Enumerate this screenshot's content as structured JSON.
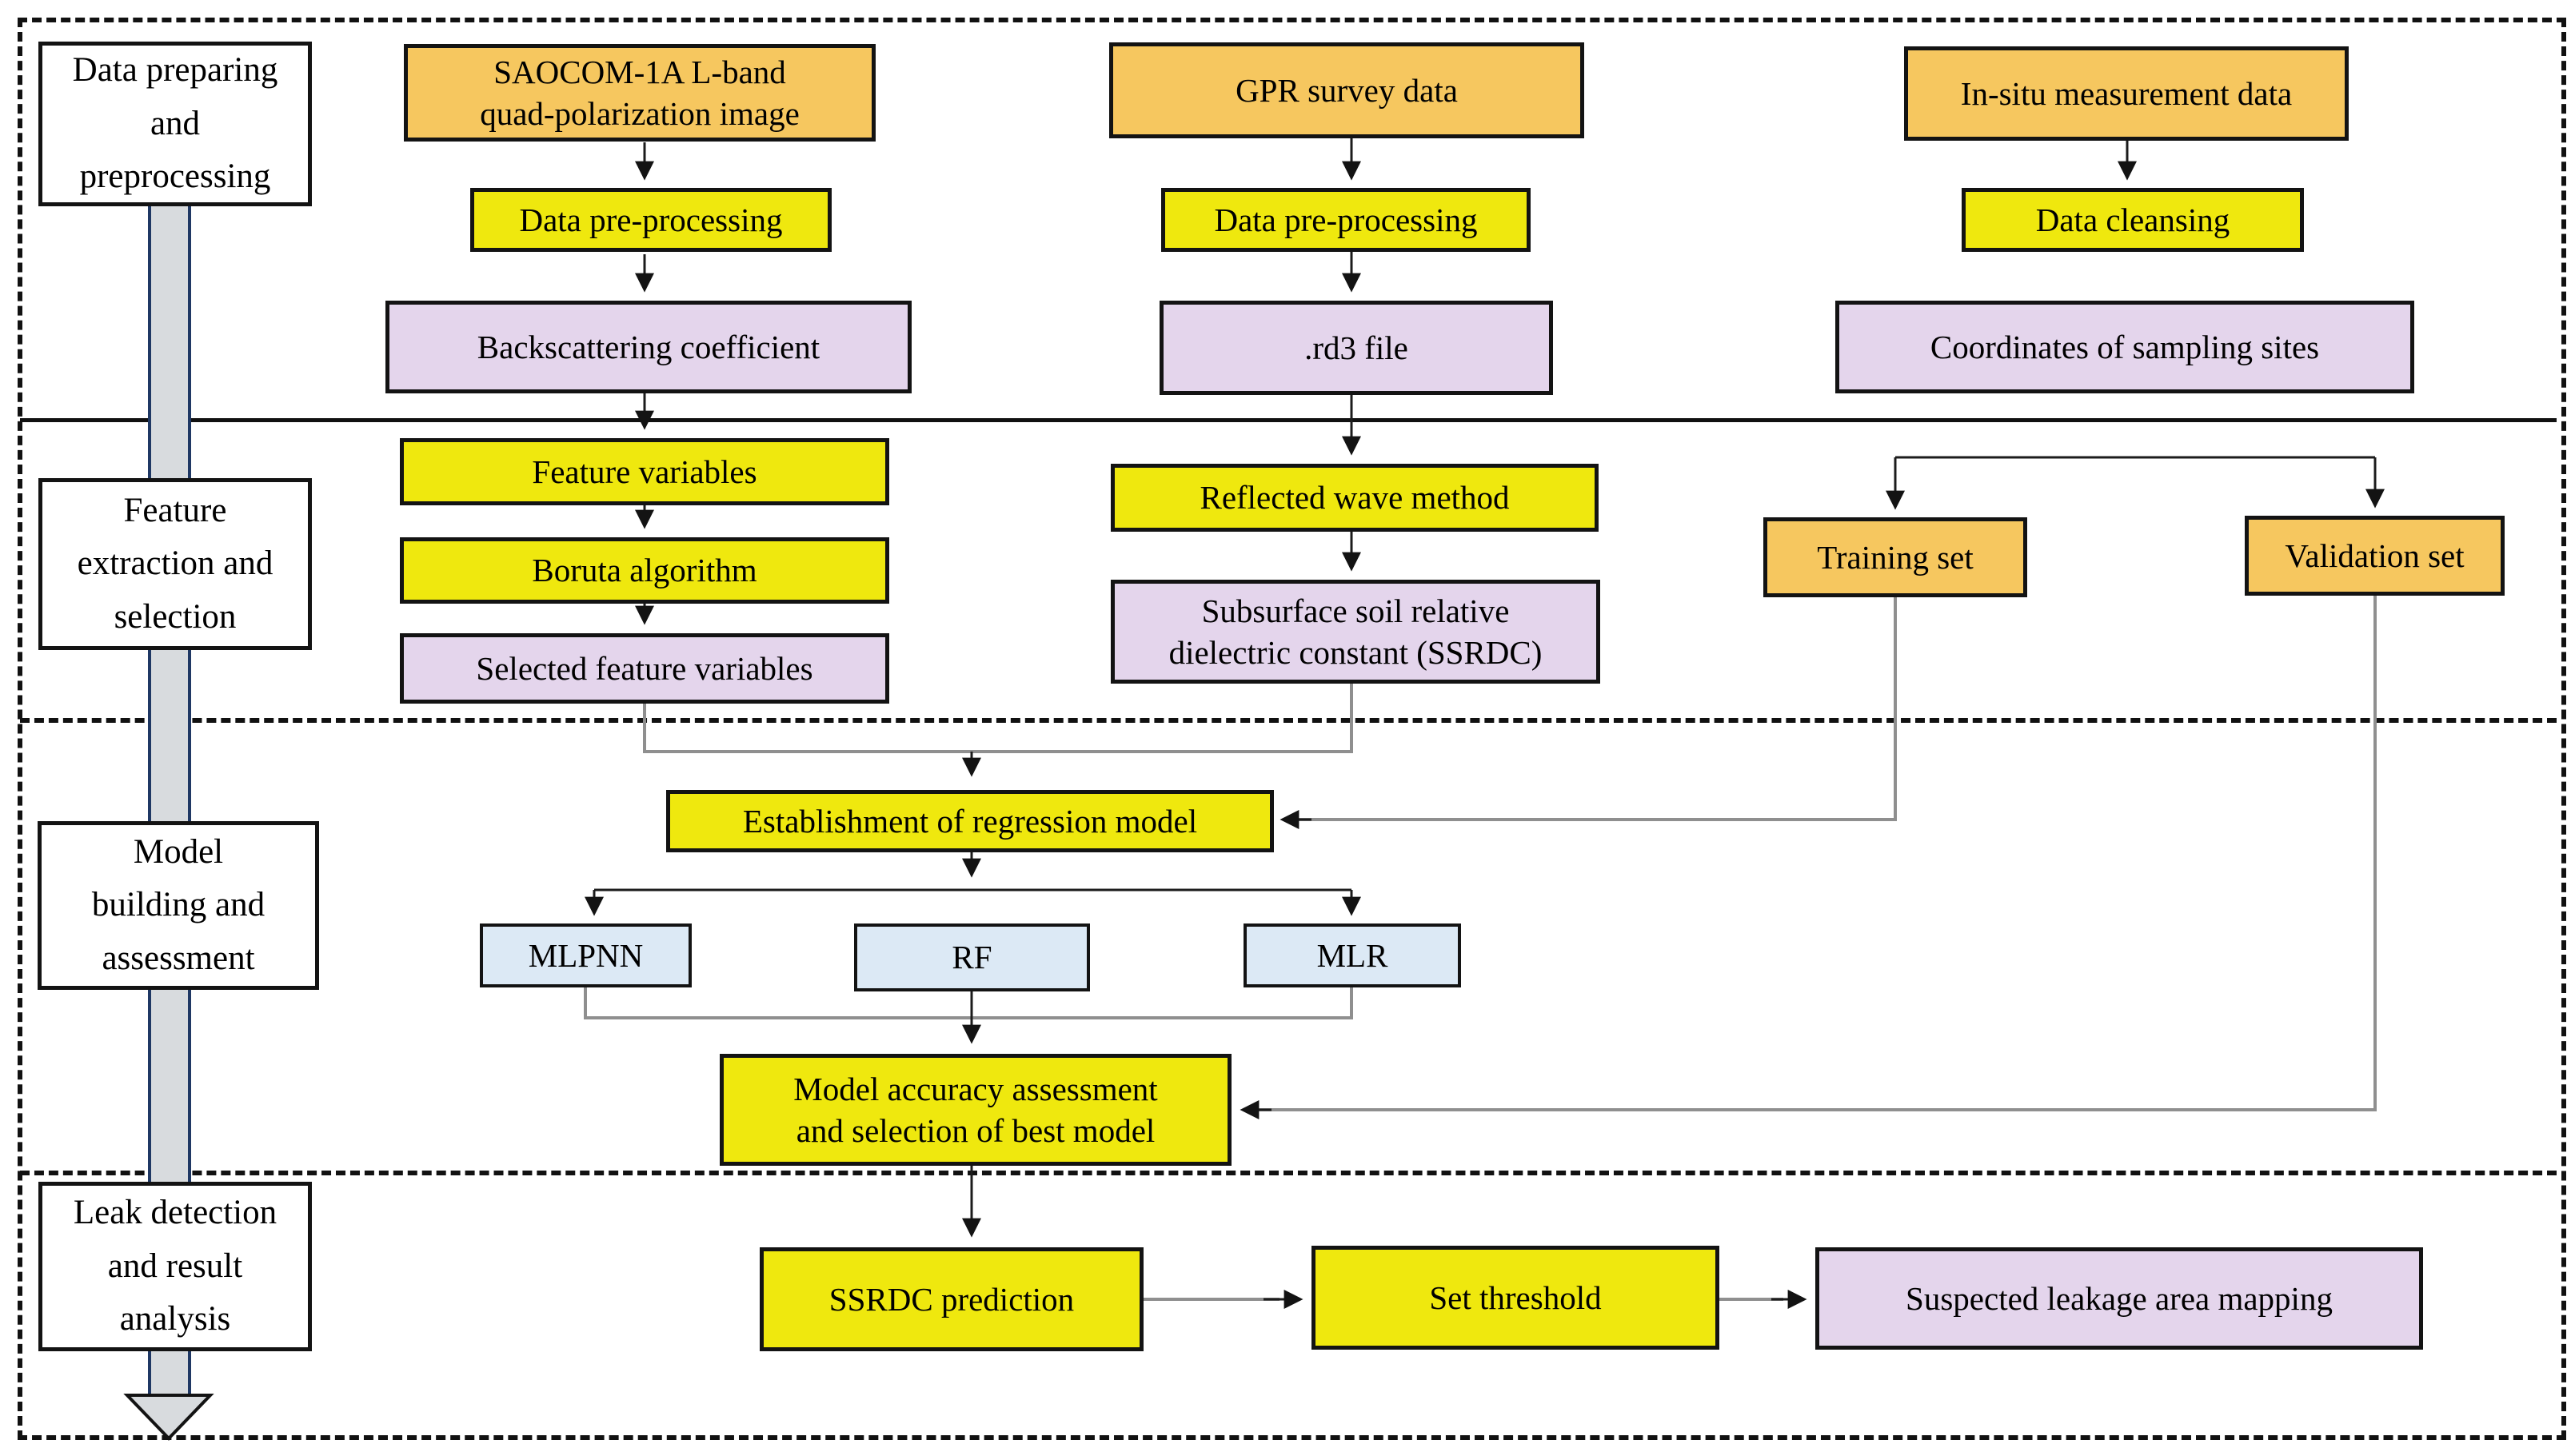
{
  "colors": {
    "background": "#FFFFFF",
    "line": "#111111",
    "source_box": "#F6C75F",
    "process_box": "#EFE80E",
    "output_box": "#E4D5EC",
    "model_box": "#DCE9F5",
    "phase_box": "#FFFFFF",
    "phase_arrow_fill": "#D8DBDE",
    "phase_arrow_edge": "#1F3864"
  },
  "phases": [
    {
      "id": "data-preparing",
      "label": "Data preparing\nand\npreprocessing"
    },
    {
      "id": "feature-selection",
      "label": "Feature\nextraction and\nselection"
    },
    {
      "id": "model-building",
      "label": "Model\nbuilding and\nassessment"
    },
    {
      "id": "leak-detection",
      "label": "Leak detection\nand result\nanalysis"
    }
  ],
  "flow": {
    "saocom": {
      "label": "SAOCOM-1A L-band\nquad-polarization image"
    },
    "gpr": {
      "label": "GPR survey data"
    },
    "insitu": {
      "label": "In-situ measurement data"
    },
    "prep1": {
      "label": "Data pre-processing"
    },
    "prep2": {
      "label": "Data pre-processing"
    },
    "cleansing": {
      "label": "Data cleansing"
    },
    "backscatter": {
      "label": "Backscattering coefficient"
    },
    "rd3": {
      "label": ".rd3  file"
    },
    "coords": {
      "label": "Coordinates of sampling sites"
    },
    "featvars": {
      "label": "Feature variables"
    },
    "boruta": {
      "label": "Boruta algorithm"
    },
    "selected": {
      "label": "Selected feature variables"
    },
    "reflected": {
      "label": "Reflected wave method"
    },
    "ssrdc": {
      "label": "Subsurface soil relative\ndielectric constant (SSRDC)"
    },
    "training": {
      "label": "Training  set"
    },
    "validation": {
      "label": "Validation set"
    },
    "establish": {
      "label": "Establishment of regression model"
    },
    "mlpnn": {
      "label": "MLPNN"
    },
    "rf": {
      "label": "RF"
    },
    "mlr": {
      "label": "MLR"
    },
    "assessment": {
      "label": "Model accuracy assessment\nand selection of best model"
    },
    "predict": {
      "label": "SSRDC prediction"
    },
    "threshold": {
      "label": "Set threshold"
    },
    "mapping": {
      "label": "Suspected leakage area mapping"
    }
  }
}
